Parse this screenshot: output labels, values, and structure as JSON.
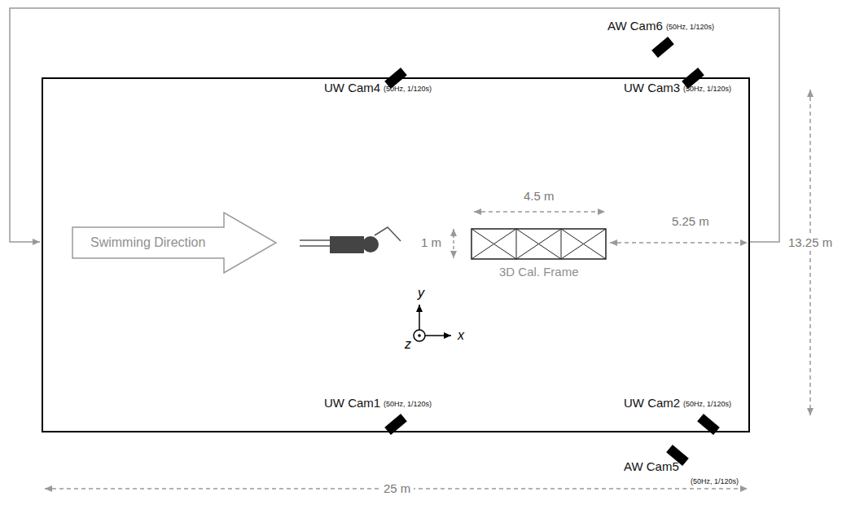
{
  "diagram": {
    "nodes": [
      {
        "text": [
          "Swimming Direction"
        ]
      },
      {
        "text": [
          "3D Cal. Frame"
        ]
      }
    ],
    "labels": [
      "AW Cam6",
      "(50Hz, 1/120s)",
      "UW Cam4",
      "(50Hz, 1/120s)",
      "UW Cam3",
      "(50Hz, 1/120s)",
      "4.5 m",
      "1 m",
      "5.25 m",
      "13.25 m",
      "y",
      "z",
      "x",
      "UW Cam1",
      "(50Hz, 1/120s)",
      "UW Cam2",
      "(50Hz, 1/120s)",
      "AW Cam5",
      "(50Hz, 1/120s)",
      "25 m"
    ]
  }
}
